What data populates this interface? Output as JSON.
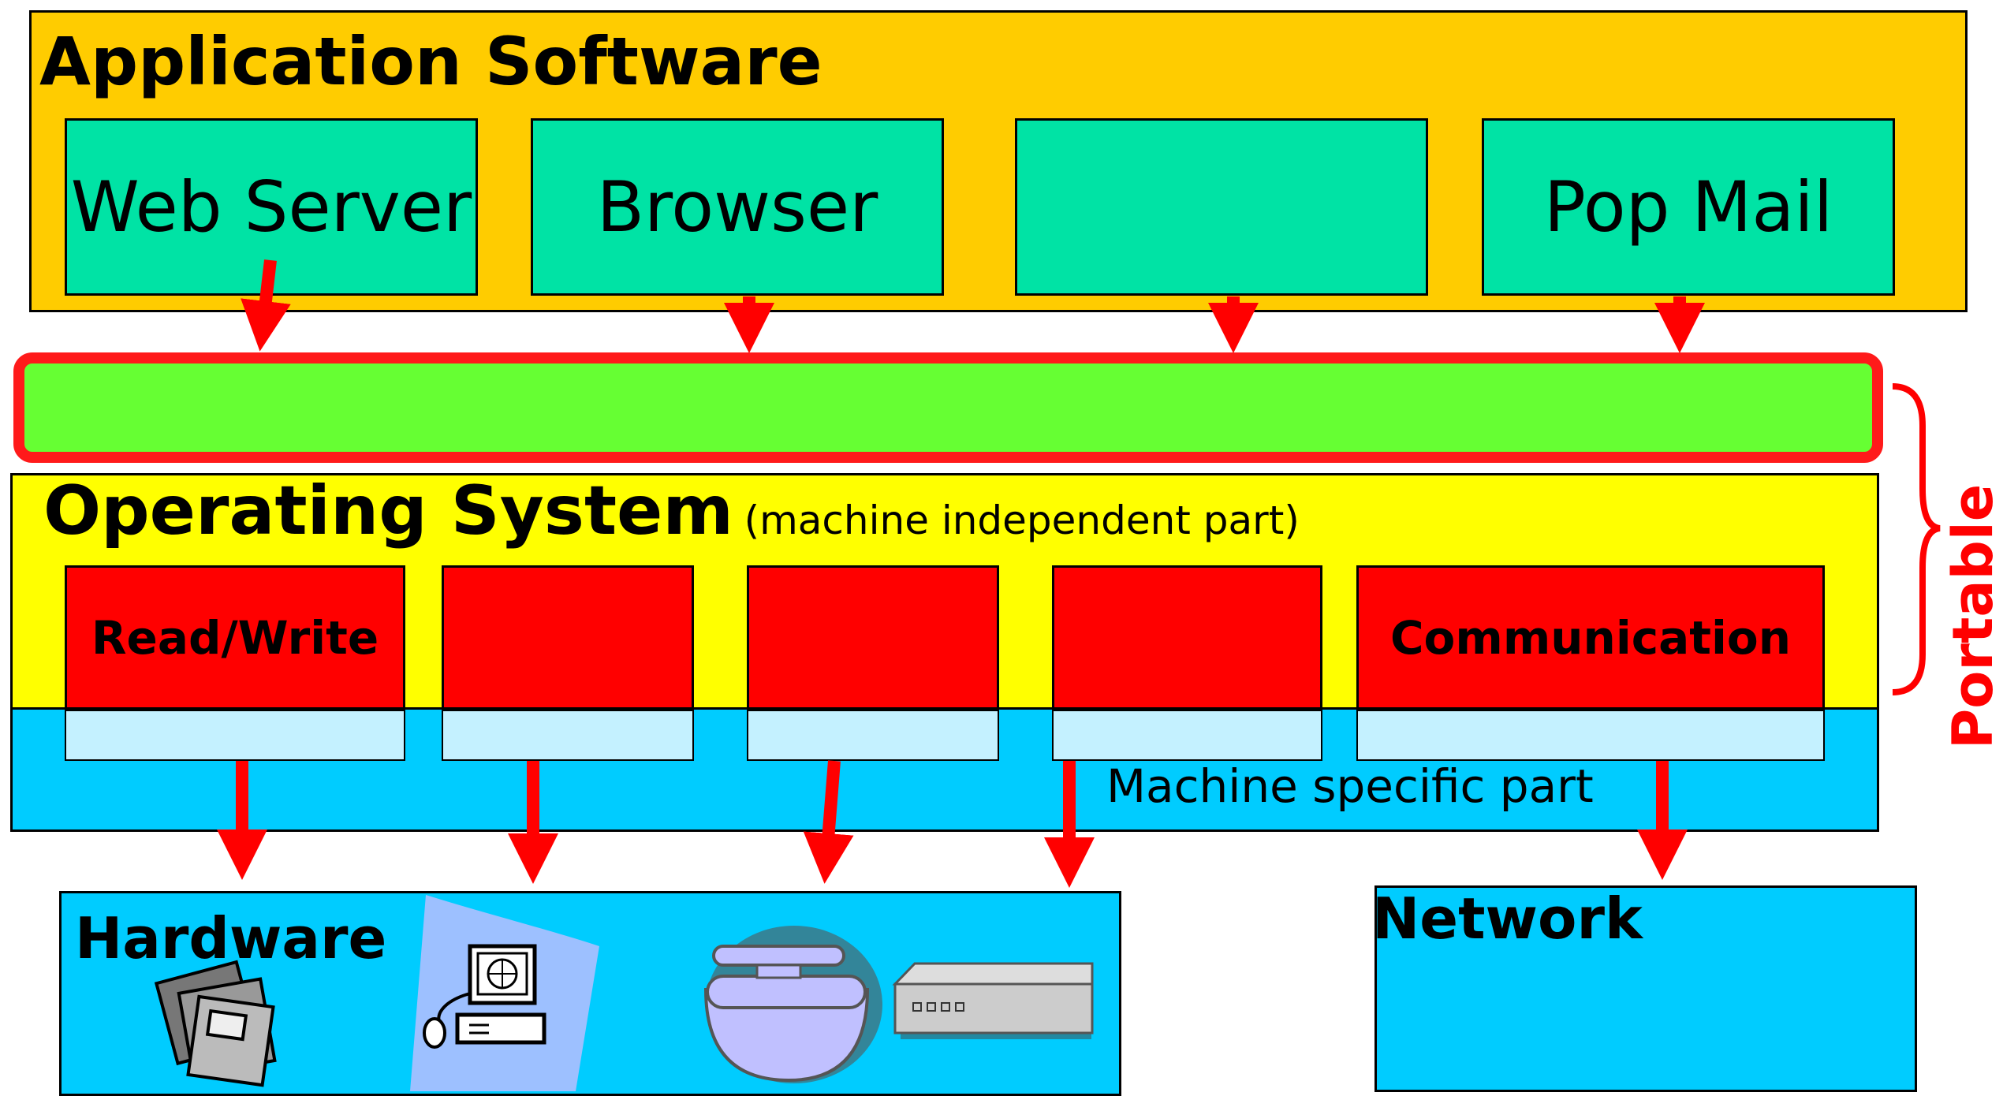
{
  "colors": {
    "app_layer": "#ffcc00",
    "app_box": "#00e3a5",
    "portable_layer": "#66ff33",
    "portable_border": "#ff1a1a",
    "os_layer": "#ffff00",
    "os_box": "#ff0000",
    "machine_layer": "#00ccff",
    "machine_box": "#c4f1ff",
    "hardware_layer": "#00ccff",
    "arrow": "#ff0000",
    "portable_label": "#ff0000"
  },
  "application": {
    "title": "Application Software",
    "boxes": [
      "Web Server",
      "Browser",
      "",
      "Pop Mail"
    ]
  },
  "operating_system": {
    "title": "Operating System",
    "subtitle": "(machine independent part)",
    "boxes": [
      "Read/Write",
      "",
      "",
      "",
      "Communication"
    ]
  },
  "machine_specific": {
    "label": "Machine specific part"
  },
  "hardware": {
    "title": "Hardware",
    "icons": [
      "floppy-disks-icon",
      "computer-icon",
      "keyboard-icon",
      "network-device-icon"
    ]
  },
  "network": {
    "title": "Network"
  },
  "portable": {
    "label": "Portable"
  }
}
